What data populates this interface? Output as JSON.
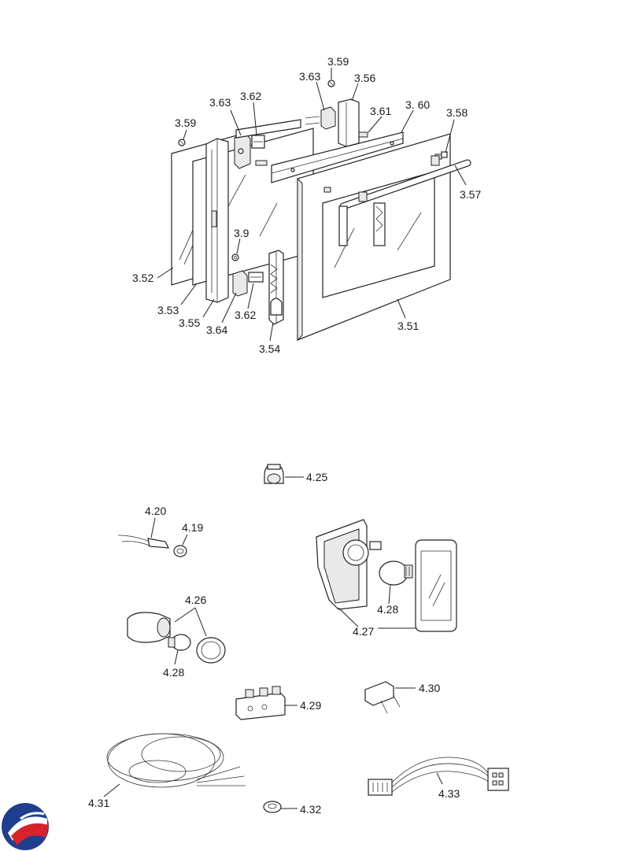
{
  "labels": {
    "l_3_59a": "3.59",
    "l_3_63a": "3.63",
    "l_3_56": "3.56",
    "l_3_63b": "3.63",
    "l_3_62a": "3.62",
    "l_3_61": "3.61",
    "l_3_60": "3. 60",
    "l_3_58": "3.58",
    "l_3_59b": "3.59",
    "l_3_57": "3.57",
    "l_3_9": "3.9",
    "l_3_52": "3.52",
    "l_3_53": "3.53",
    "l_3_55": "3.55",
    "l_3_64": "3.64",
    "l_3_62b": "3.62",
    "l_3_54": "3.54",
    "l_3_51": "3.51",
    "l_4_25": "4.25",
    "l_4_20": "4.20",
    "l_4_19": "4.19",
    "l_4_26": "4.26",
    "l_4_28a": "4.28",
    "l_4_28b": "4.28",
    "l_4_27": "4.27",
    "l_4_29": "4.29",
    "l_4_30": "4.30",
    "l_4_31": "4.31",
    "l_4_32": "4.32",
    "l_4_33": "4.33"
  },
  "logo": {
    "icon": "brand-logo-icon",
    "colors": [
      "#1f3e8f",
      "#d8232a"
    ]
  }
}
